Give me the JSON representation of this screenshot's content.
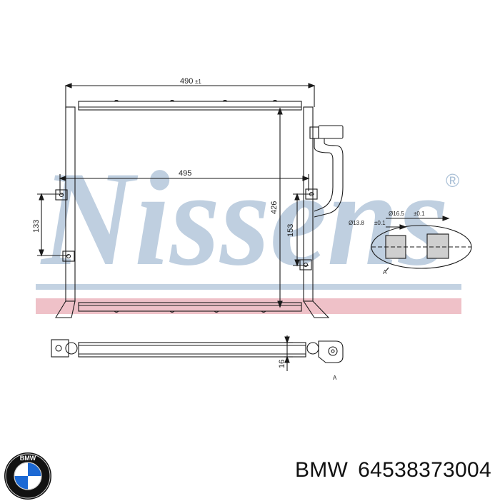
{
  "watermark": {
    "text": "Nissens",
    "mark": "®"
  },
  "dimensions": {
    "overall_width": "490",
    "overall_width_tol": "±1",
    "core_width": "495",
    "height": "426",
    "left_bracket_spacing": "133",
    "right_bracket_spacing": "153",
    "thickness": "16",
    "pipe_outer": "Ø16.5",
    "pipe_outer_tol": "±0.1",
    "pipe_inner": "Ø13.8",
    "pipe_inner_tol": "±0.1",
    "detail_marker": "A"
  },
  "caption": {
    "brand": "BMW",
    "part_number": "64538373004"
  },
  "logo": {
    "name": "bmw-logo",
    "colors": {
      "blue": "#1c69d4",
      "white": "#ffffff",
      "ring": "#111111"
    }
  },
  "colors": {
    "watermark_blue": "#a9bfd6",
    "watermark_red": "#e8a7b0",
    "line": "#1a1a1a"
  }
}
